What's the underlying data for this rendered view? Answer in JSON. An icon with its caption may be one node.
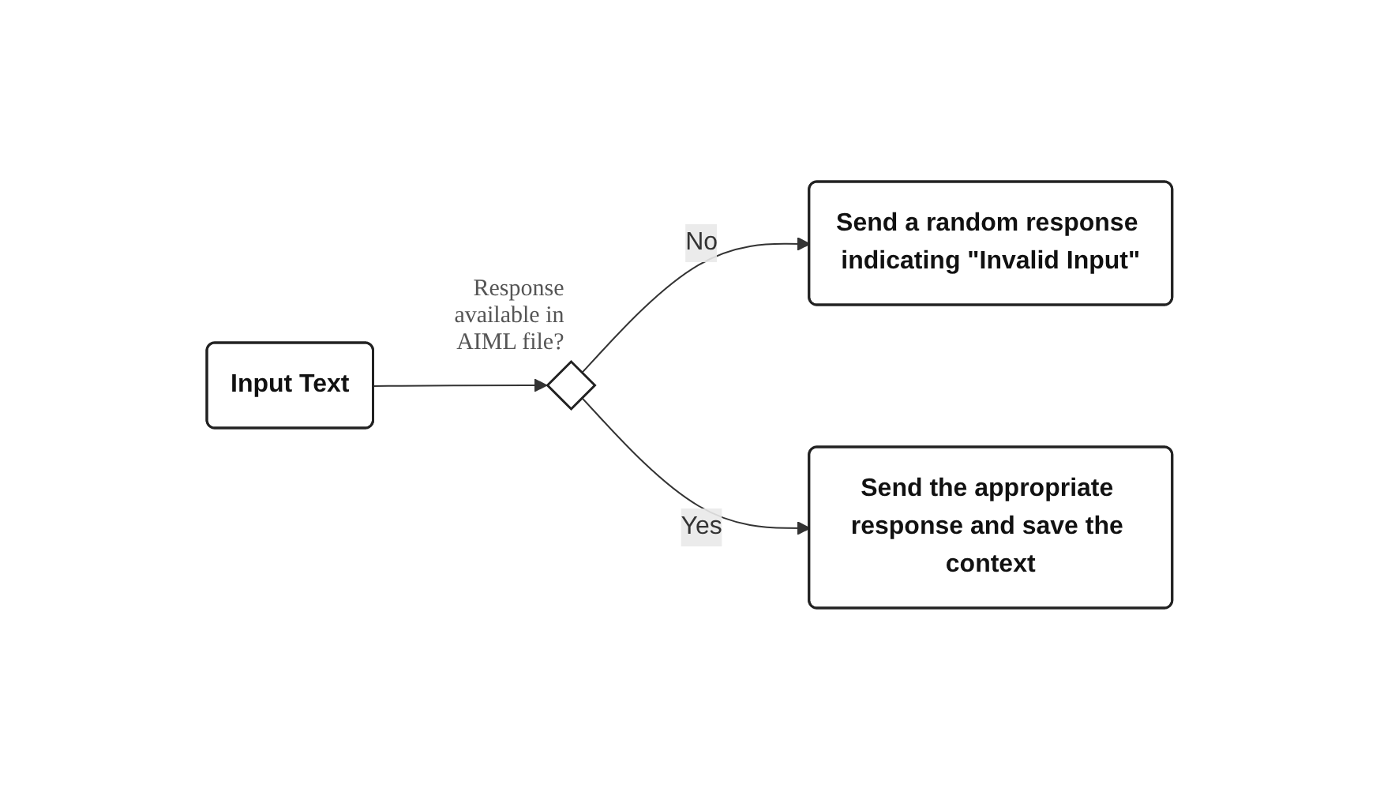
{
  "diagram": {
    "nodes": [
      {
        "text": [
          "Input Text"
        ]
      },
      {
        "text": [],
        "shape": "diamond",
        "beside": [
          "Response available in AIML file?"
        ]
      },
      {
        "text": [
          "Send a random response indicating \"Invalid Input\""
        ]
      },
      {
        "text": [
          "Send the appropriate response and save the context"
        ]
      }
    ],
    "edges": [
      {
        "from": 0,
        "to": 1,
        "arrow": "to"
      },
      {
        "from": 1,
        "to": 2,
        "arrow": "to",
        "label": "No"
      },
      {
        "from": 1,
        "to": 3,
        "arrow": "to",
        "label": "Yes"
      }
    ]
  }
}
